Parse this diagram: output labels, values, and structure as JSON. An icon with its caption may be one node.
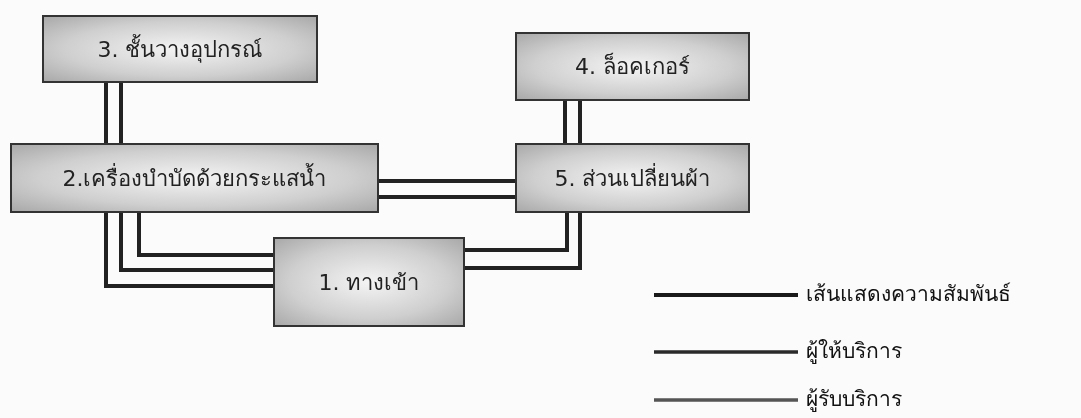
{
  "diagram": {
    "nodes": [
      {
        "text": [
          "3. ชั้นวางอุปกรณ์"
        ]
      },
      {
        "text": [
          "4. ล็อคเกอร์"
        ]
      },
      {
        "text": [
          "2.เครื่องบำบัดด้วยกระแสน้ำ"
        ]
      },
      {
        "text": [
          "5. ส่วนเปลี่ยนผ้า"
        ]
      },
      {
        "text": [
          "1. ทางเข้า"
        ]
      }
    ],
    "edges": [
      {
        "from": 0,
        "to": 2,
        "arrow": "none"
      },
      {
        "from": 0,
        "to": 2,
        "arrow": "none"
      },
      {
        "from": 1,
        "to": 3,
        "arrow": "none"
      },
      {
        "from": 1,
        "to": 3,
        "arrow": "none"
      },
      {
        "from": 2,
        "to": 3,
        "arrow": "none"
      },
      {
        "from": 2,
        "to": 3,
        "arrow": "none"
      },
      {
        "from": 2,
        "to": 4,
        "arrow": "none"
      },
      {
        "from": 2,
        "to": 4,
        "arrow": "none"
      },
      {
        "from": 2,
        "to": 4,
        "arrow": "none"
      },
      {
        "from": 4,
        "to": 3,
        "arrow": "none"
      },
      {
        "from": 4,
        "to": 3,
        "arrow": "none"
      }
    ],
    "legend": [
      {
        "text": "เส้นแสดงความสัมพันธ์"
      },
      {
        "text": "ผู้ให้บริการ"
      },
      {
        "text": "ผู้รับบริการ"
      }
    ]
  }
}
